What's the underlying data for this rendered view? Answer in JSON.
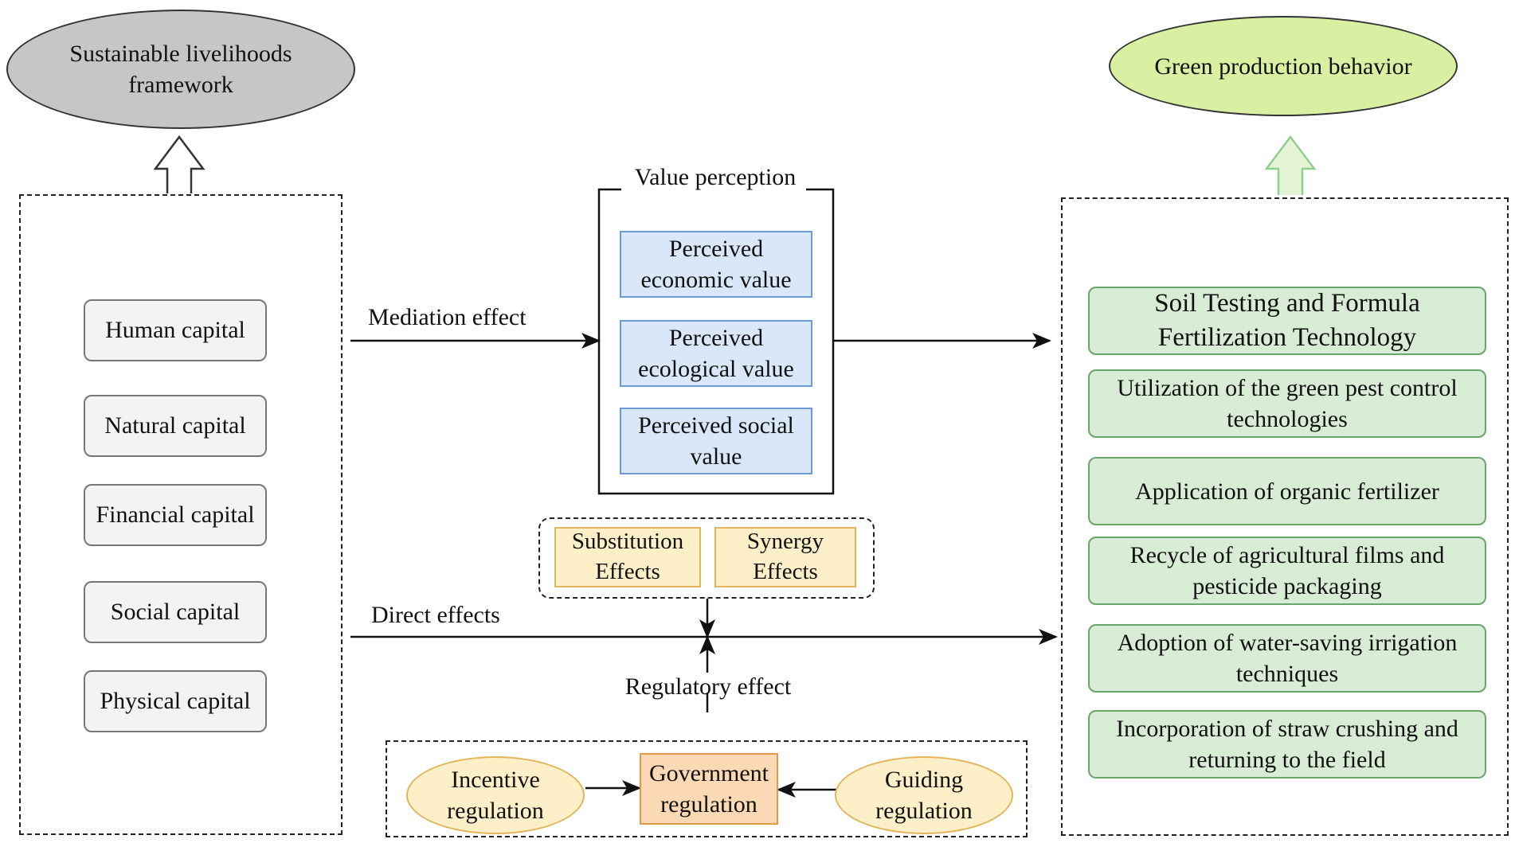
{
  "framework": {
    "label": "Sustainable livelihoods framework"
  },
  "outcome": {
    "label": "Green production behavior"
  },
  "capitals": [
    "Human capital",
    "Natural capital",
    "Financial capital",
    "Social capital",
    "Physical capital"
  ],
  "value_perception": {
    "title": "Value perception",
    "items": [
      "Perceived economic value",
      "Perceived ecological value",
      "Perceived social value"
    ]
  },
  "effects": {
    "mediation": "Mediation effect",
    "direct": "Direct effects",
    "regulatory": "Regulatory effect",
    "substitution": "Substitution Effects",
    "synergy": "Synergy Effects"
  },
  "regulation": {
    "incentive": "Incentive regulation",
    "government": "Government regulation",
    "guiding": "Guiding regulation"
  },
  "behaviors": [
    "Soil Testing and Formula Fertilization Technology",
    "Utilization of the green pest control technologies",
    "Application of organic fertilizer",
    "Recycle of agricultural films and pesticide packaging",
    "Adoption of water-saving irrigation techniques",
    "Incorporation of straw crushing and returning to the field"
  ],
  "colors": {
    "framework_fill": "#c6c6c6",
    "outcome_fill": "#d9f0a3",
    "perception_fill": "#d9e7f8",
    "behavior_fill": "#d9ecd6",
    "effect_fill": "#fdf0c9",
    "government_fill": "#fbd9b5"
  }
}
